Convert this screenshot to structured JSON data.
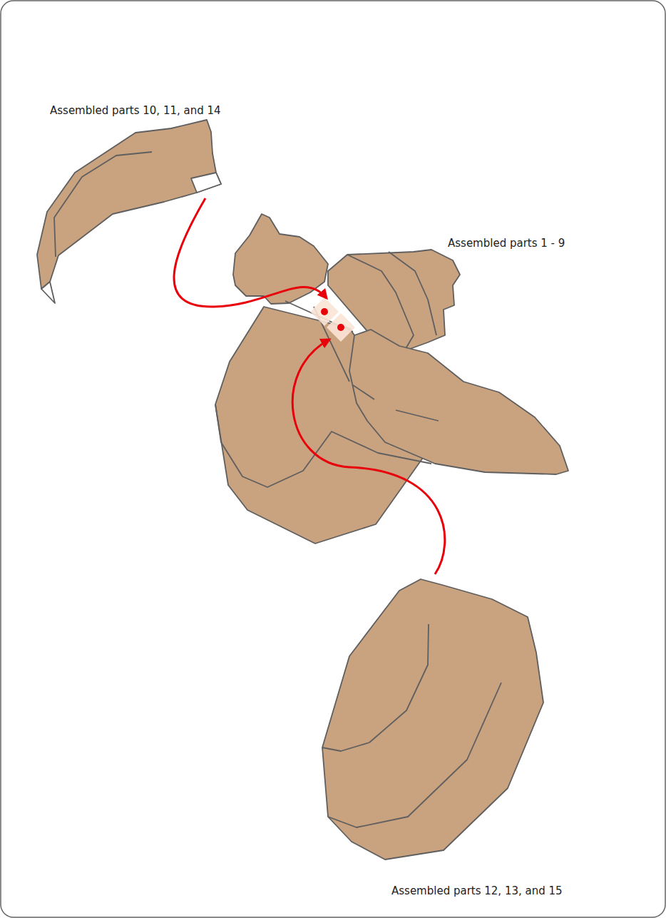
{
  "diagram": {
    "labels": [
      "Assembled parts 10, 11, and 14",
      "Assembled parts 1 - 9",
      "Assembled parts 12, 13, and 15"
    ]
  }
}
